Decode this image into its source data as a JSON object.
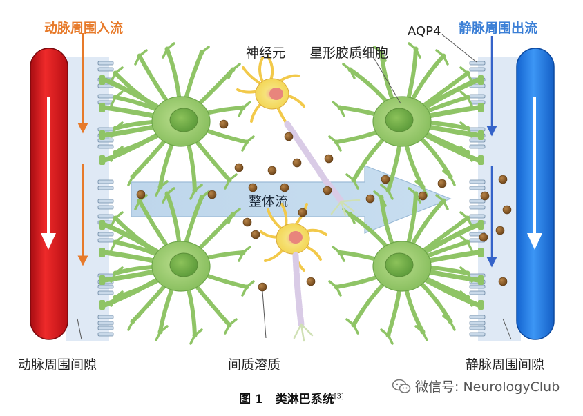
{
  "labels": {
    "arterial_inflow": "动脉周围入流",
    "venous_outflow": "静脉周围出流",
    "aqp4": "AQP4",
    "neuron": "神经元",
    "astrocyte": "星形胶质细胞",
    "bulk_flow": "整体流",
    "arterial_space": "动脉周围间隙",
    "interstitial_solute": "间质溶质",
    "venous_space": "静脉周围间隙"
  },
  "caption": {
    "fig": "图 1",
    "title": "类淋巴系统",
    "ref": "[3]"
  },
  "watermark": {
    "text": "微信号: NeurologyClub",
    "icon": "wechat-icon"
  },
  "colors": {
    "artery": "#d7141a",
    "vein": "#1f78e6",
    "space": "#dfe9f5",
    "astrocyte": "#8fc466",
    "flow_arrow": "#a9cbe6",
    "inflow_arrow": "#e77a2a",
    "outflow_arrow": "#3563c9",
    "solute": "#8a5a28"
  }
}
